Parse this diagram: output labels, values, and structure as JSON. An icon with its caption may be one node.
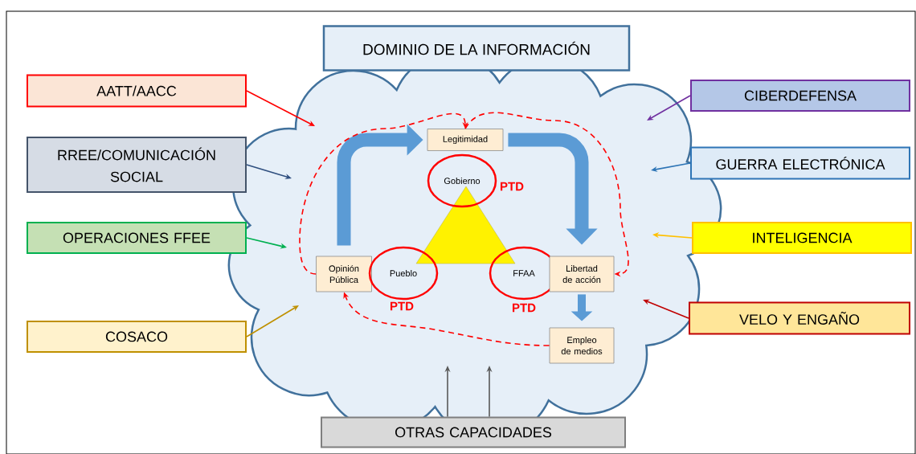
{
  "diagram": {
    "nodes": [
      {
        "text": [
          "DOMINIO DE LA INFORMACIÓN"
        ]
      },
      {
        "text": [
          "AATT/AACC"
        ]
      },
      {
        "text": [
          "CIBERDEFENSA"
        ]
      },
      {
        "text": [
          "RREE/COMUNICACIÓN SOCIAL"
        ]
      },
      {
        "text": [
          "GUERRA ELECTRÓNICA"
        ]
      },
      {
        "text": [
          "OPERACIONES FFEE"
        ]
      },
      {
        "text": [
          "INTELIGENCIA"
        ]
      },
      {
        "text": [
          "COSACO"
        ]
      },
      {
        "text": [
          "VELO Y ENGAÑO"
        ]
      },
      {
        "text": [
          "OTRAS CAPACIDADES"
        ]
      },
      {
        "text": [
          "Legitimidad"
        ],
        "in": 0
      },
      {
        "text": [
          "Gobierno"
        ],
        "in": 0,
        "beside": [
          "PTD"
        ]
      },
      {
        "text": [
          "Opinión Pública"
        ],
        "in": 0
      },
      {
        "text": [
          "Pueblo"
        ],
        "in": 0,
        "beside": [
          "PTD"
        ]
      },
      {
        "text": [
          "FFAA"
        ],
        "in": 0,
        "beside": [
          "PTD"
        ]
      },
      {
        "text": [
          "Libertad de acción"
        ],
        "in": 0
      },
      {
        "text": [
          "Empleo de medios"
        ],
        "in": 0
      }
    ],
    "edges": [
      {
        "from": 1,
        "to": null,
        "arrow": "to",
        "color": "#ff0000"
      },
      {
        "from": 2,
        "to": null,
        "arrow": "to",
        "color": "#7030a0"
      },
      {
        "from": 3,
        "to": null,
        "arrow": "to",
        "color": "#2f4f7f"
      },
      {
        "from": 4,
        "to": null,
        "arrow": "to",
        "color": "#2e75b6"
      },
      {
        "from": 5,
        "to": null,
        "arrow": "to",
        "color": "#00b050"
      },
      {
        "from": 6,
        "to": null,
        "arrow": "to",
        "color": "#ffc000"
      },
      {
        "from": 7,
        "to": null,
        "arrow": "to",
        "color": "#bf9000"
      },
      {
        "from": 8,
        "to": null,
        "arrow": "to",
        "color": "#c00000"
      },
      {
        "from": 9,
        "to": null,
        "arrow": "to",
        "color": "#595959"
      },
      {
        "from": 9,
        "to": null,
        "arrow": "to",
        "color": "#595959"
      },
      {
        "from": 12,
        "to": 10,
        "arrow": "to",
        "style": "thick",
        "color": "#5b9bd5"
      },
      {
        "from": 10,
        "to": 15,
        "arrow": "to",
        "style": "thick",
        "color": "#5b9bd5"
      },
      {
        "from": 15,
        "to": 16,
        "arrow": "to",
        "style": "thick",
        "color": "#5b9bd5"
      },
      {
        "from": 12,
        "to": 10,
        "arrow": "to",
        "style": "dashed",
        "color": "#ff0000"
      },
      {
        "from": 10,
        "to": 15,
        "arrow": "to",
        "style": "dashed",
        "color": "#ff0000"
      },
      {
        "from": 16,
        "to": 12,
        "arrow": "to",
        "style": "dashed",
        "color": "#ff0000"
      }
    ]
  }
}
